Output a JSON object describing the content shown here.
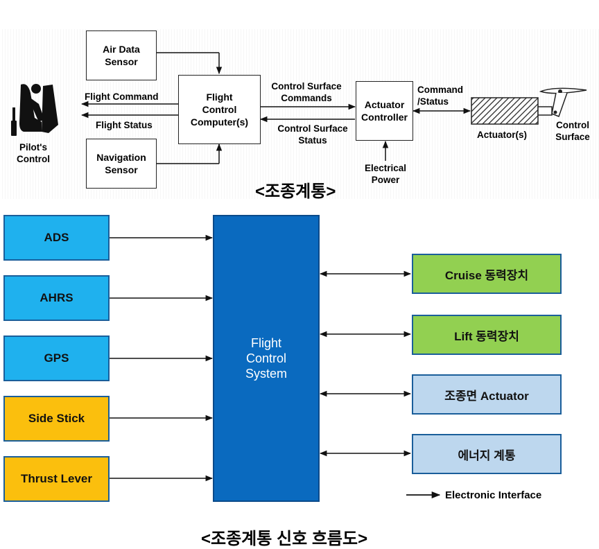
{
  "top": {
    "pilot_label": "Pilot's\nControl",
    "air_data_sensor": "Air Data\nSensor",
    "navigation_sensor": "Navigation\nSensor",
    "fcc": "Flight\nControl\nComputer(s)",
    "flight_command": "Flight Command",
    "flight_status": "Flight Status",
    "cs_commands": "Control Surface\nCommands",
    "cs_status": "Control Surface\nStatus",
    "actuator_controller": "Actuator\nController",
    "command_status": "Command\n/Status",
    "electrical_power": "Electrical\nPower",
    "actuators": "Actuator(s)",
    "control_surface": "Control\nSurface",
    "caption": "<조종계통>"
  },
  "bottom": {
    "inputs": [
      {
        "label": "ADS",
        "color": "#1fb1ee"
      },
      {
        "label": "AHRS",
        "color": "#1fb1ee"
      },
      {
        "label": "GPS",
        "color": "#1fb1ee"
      },
      {
        "label": "Side Stick",
        "color": "#fbbf0d"
      },
      {
        "label": "Thrust Lever",
        "color": "#fbbf0d"
      }
    ],
    "fcs": "Flight\nControl\nSystem",
    "outputs": [
      {
        "label": "Cruise 동력장치",
        "color": "#92d051"
      },
      {
        "label": "Lift 동력장치",
        "color": "#92d051"
      },
      {
        "label": "조종면 Actuator",
        "color": "#bdd7ee"
      },
      {
        "label": "에너지 계통",
        "color": "#bdd7ee"
      }
    ],
    "legend": "Electronic Interface",
    "caption": "<조종계통 신호 흐름도>"
  }
}
